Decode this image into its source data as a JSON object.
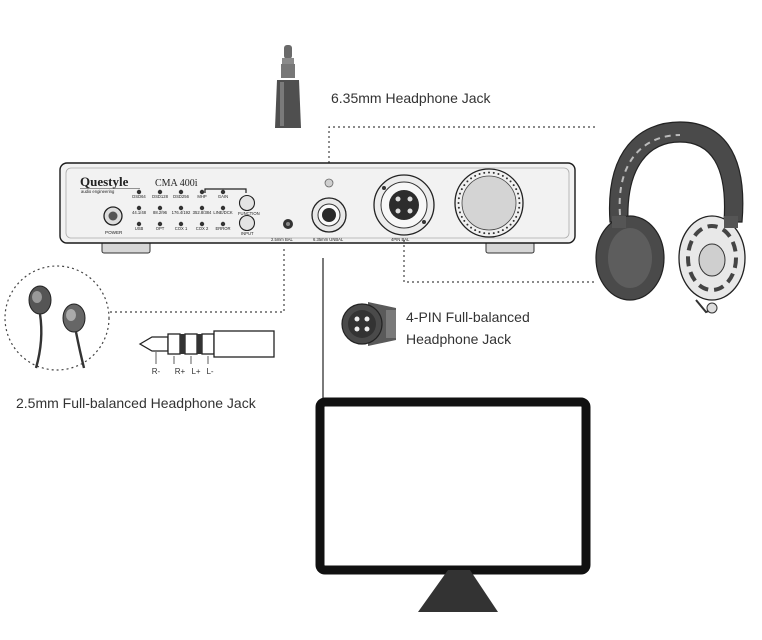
{
  "device": {
    "brand": "Questyle",
    "tagline": "audio engineering",
    "model": "CMA 400i",
    "power_label": "POWER",
    "jack_labels": [
      "2.5mm BAL",
      "6.35mm UNBAL",
      "4PIN BAL"
    ],
    "button_labels": [
      "FUNCTION",
      "INPUT"
    ],
    "indicators": [
      [
        "DSD64",
        "DSD128",
        "DSD256",
        "MHP",
        "GAIN"
      ],
      [
        "44.1/48",
        "88.2/96",
        "176.4/192",
        "352.8/384",
        "LINE/DCK"
      ],
      [
        "USB",
        "OPT",
        "COX 1",
        "COX 2",
        "ERROR"
      ]
    ]
  },
  "labels": {
    "jack_635": "6.35mm Headphone Jack",
    "pin4_line1": "4-PIN Full-balanced",
    "pin4_line2": "Headphone Jack",
    "jack_25": "2.5mm Full-balanced Headphone Jack"
  },
  "plug_pins": [
    "R-",
    "R+",
    "L+",
    "L-"
  ],
  "colors": {
    "text": "#333333",
    "device_body": "#f3f3f3",
    "outline": "#1a1a1a",
    "headphone": "#4a4a4a",
    "monitor_frame": "#111111"
  }
}
